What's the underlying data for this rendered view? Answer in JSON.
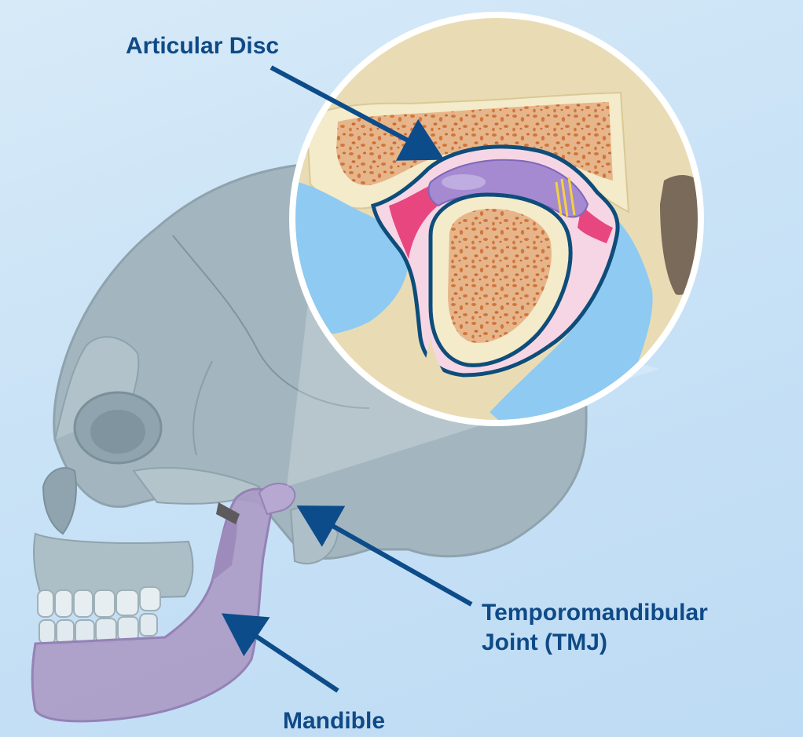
{
  "labels": {
    "articular_disc": "Articular Disc",
    "tmj_line1": "Temporomandibular",
    "tmj_line2": "Joint (TMJ)",
    "mandible": "Mandible"
  },
  "colors": {
    "background": "#cde4f7",
    "skull": "#9fb3bd",
    "mandible": "#ab9bc6",
    "label_text": "#0f4a86",
    "arrow": "#0d4c8a",
    "bone_marrow": "#e7b07f",
    "disc": "#a58ad2",
    "cartilage": "#f7d3e3",
    "ligament": "#e8467f",
    "soft_tissue": "#e9dcb4",
    "fluid": "#8ecaf2"
  }
}
